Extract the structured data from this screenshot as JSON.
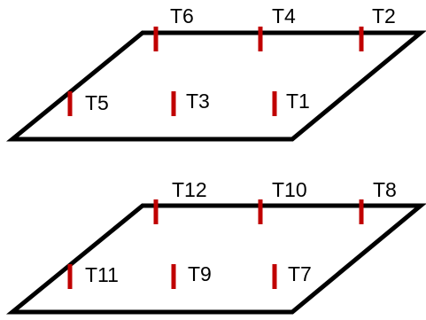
{
  "colors": {
    "outline": "#000000",
    "marker": "#c00000",
    "label": "#000000"
  },
  "panels": [
    {
      "name": "upper",
      "markers": [
        {
          "label": "T6"
        },
        {
          "label": "T4"
        },
        {
          "label": "T2"
        },
        {
          "label": "T5"
        },
        {
          "label": "T3"
        },
        {
          "label": "T1"
        }
      ]
    },
    {
      "name": "lower",
      "markers": [
        {
          "label": "T12"
        },
        {
          "label": "T10"
        },
        {
          "label": "T8"
        },
        {
          "label": "T11"
        },
        {
          "label": "T9"
        },
        {
          "label": "T7"
        }
      ]
    }
  ]
}
